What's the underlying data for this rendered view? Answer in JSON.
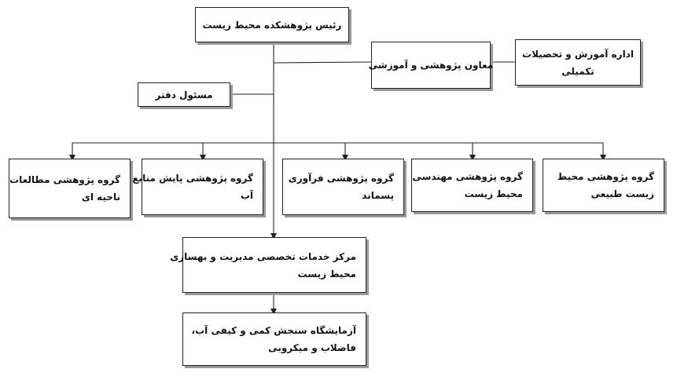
{
  "colors": {
    "line": "#222222",
    "box_border": "#222222",
    "shadow": "#9a9a9a",
    "text": "#111111"
  },
  "nodes": {
    "head": {
      "l1": "رئیس پژوهشکده محیط زیست"
    },
    "deputy": {
      "l1": "معاون پژوهشی و آموزشی"
    },
    "education": {
      "l1": "اداره آموزش و تحصیلات",
      "l2": "تکمیلی"
    },
    "office": {
      "l1": "مسئول دفتر"
    },
    "regional": {
      "l1": "گروه پژوهشی مطالعات",
      "l2": "ناحیه ای"
    },
    "water": {
      "l1": "گروه پژوهشی پایش منابع",
      "l2": "آب"
    },
    "waste": {
      "l1": "گروه پژوهشی فرآوری",
      "l2": "پسماند"
    },
    "engineering": {
      "l1": "گروه پژوهشی مهندسی",
      "l2": "محیط زیست"
    },
    "natural": {
      "l1": "گروه پژوهشی محیط",
      "l2": "زیست طبیعی"
    },
    "center": {
      "l1": "مرکز خدمات تخصصی مدیریت و بهسازی",
      "l2": "محیط زیست"
    },
    "lab": {
      "l1": "آزمایشگاه سنجش کمی و کیفی آب،",
      "l2": "فاضلاب و میکروبی"
    }
  }
}
